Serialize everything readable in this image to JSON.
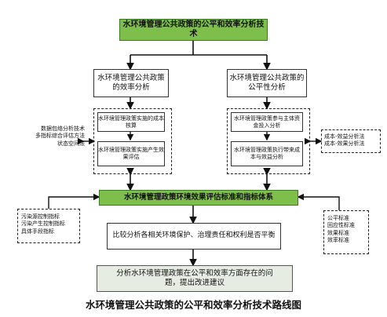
{
  "title_box": "水环境管理公共政策的公平和效率分析技术",
  "left_branch": {
    "heading": "水环境管理公共政策的效率分析",
    "items": [
      "水环境管理政策实施的成本核算",
      "水环境管理政策实施产生效果评估"
    ]
  },
  "right_branch": {
    "heading": "水环境管理公共政策的公平性分析",
    "items": [
      "水环境管理政策参与主体资金投入分析",
      "水环境管理政策执行带来成本与效益分析"
    ]
  },
  "left_methods": [
    "数据包络分析技术",
    "多指标综合评估方法",
    "状态空间法"
  ],
  "right_methods": [
    "成本-效益分析法",
    "成本-效果分析法"
  ],
  "standards_box": "水环境管理政策环境效果评估标准和指标体系",
  "left_indicators": [
    "污染源控制指标",
    "污染产生控制指标",
    "具体手段指标"
  ],
  "right_indicators": [
    "公平标准",
    "回应性标准",
    "效果标准",
    "效率标准"
  ],
  "comparison_box": "比较分析各相关环境保护、治理责任和权利是否平衡",
  "conclusion_box": "分析水环境管理政策在公平和效率方面存在的问题，提出改进建议",
  "caption": "水环境管理公共政策的公平和效率分析技术路线图"
}
